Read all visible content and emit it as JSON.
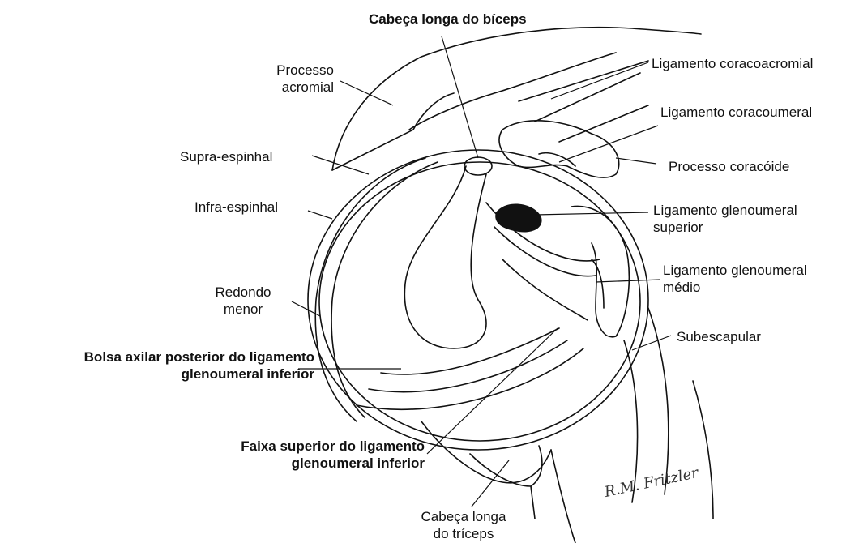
{
  "labels": {
    "biceps": "Cabeça longa do bíceps",
    "acromial": [
      "Processo",
      "acromial"
    ],
    "supra": "Supra-espinhal",
    "infra": "Infra-espinhal",
    "redondo": [
      "Redondo",
      "menor"
    ],
    "bolsa": [
      "Bolsa axilar posterior do ligamento",
      "glenoumeral inferior"
    ],
    "faixa": [
      "Faixa superior do ligamento",
      "glenoumeral inferior"
    ],
    "triceps": [
      "Cabeça longa",
      "do tríceps"
    ],
    "coracoacromial": "Ligamento coracoacromial",
    "coracoumeral": "Ligamento coracoumeral",
    "coracoide": "Processo coracóide",
    "glenoSuperior": [
      "Ligamento glenoumeral",
      "superior"
    ],
    "glenoMedio": [
      "Ligamento glenoumeral",
      "médio"
    ],
    "subescapular": "Subescapular"
  },
  "signature": "R.M. Fritzler"
}
